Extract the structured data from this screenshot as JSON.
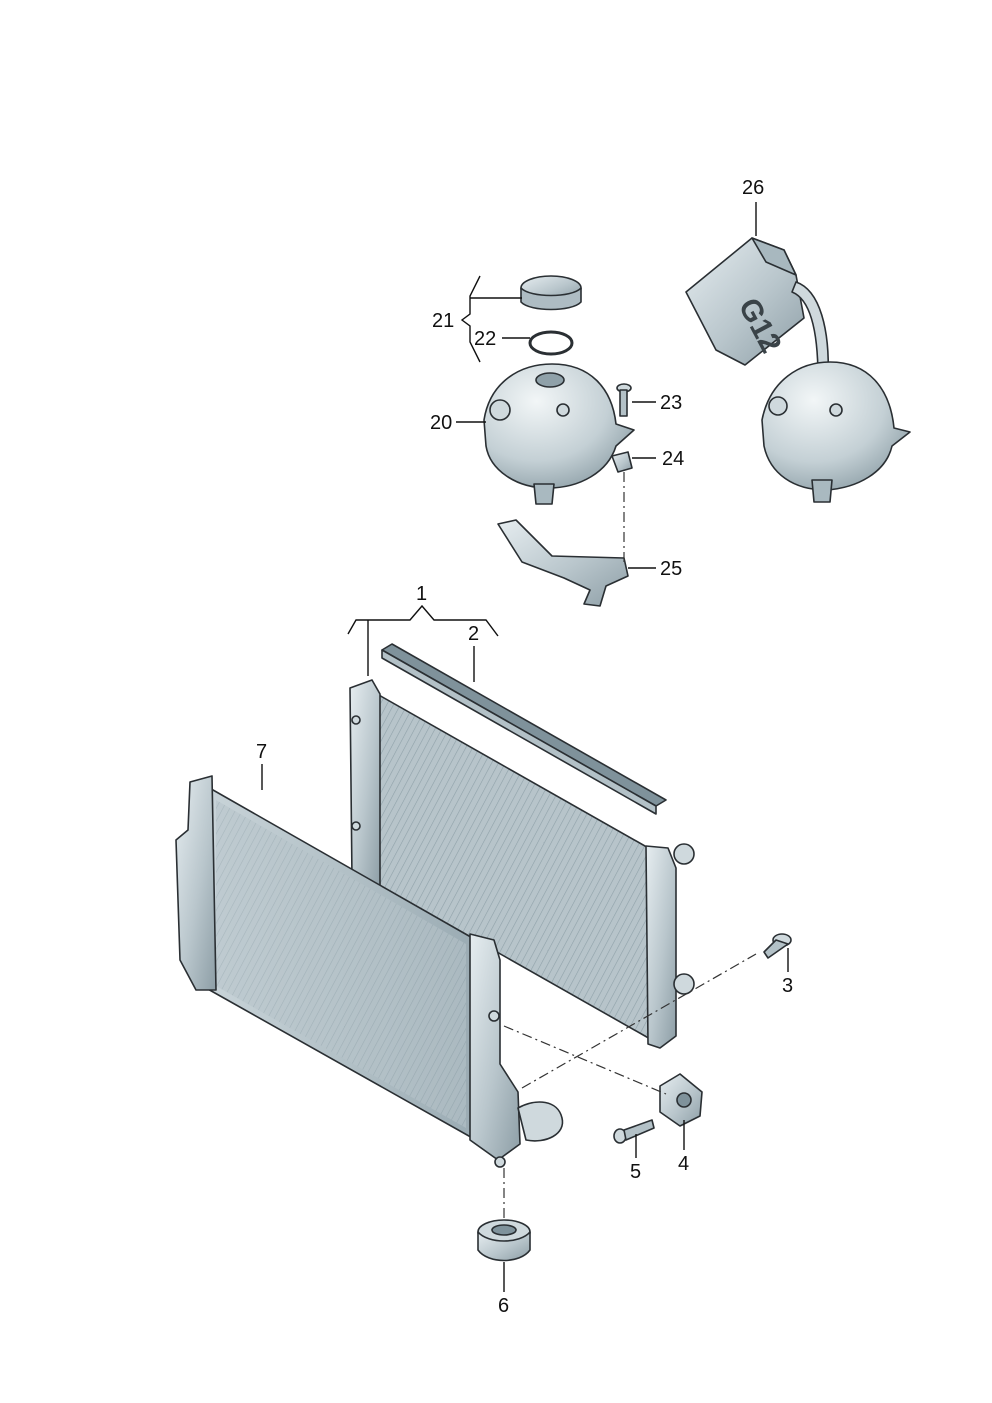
{
  "callouts": {
    "c1": "1",
    "c2": "2",
    "c3": "3",
    "c4": "4",
    "c5": "5",
    "c6": "6",
    "c7": "7",
    "c20": "20",
    "c21": "21",
    "c22": "22",
    "c23": "23",
    "c24": "24",
    "c25": "25",
    "c26": "26"
  },
  "labels": {
    "canister_marking": "G12"
  },
  "colors": {
    "part_fill": "#b9c6cc",
    "part_light": "#dfe7ea",
    "part_dark": "#7f929b",
    "outline": "#2a2f33"
  }
}
